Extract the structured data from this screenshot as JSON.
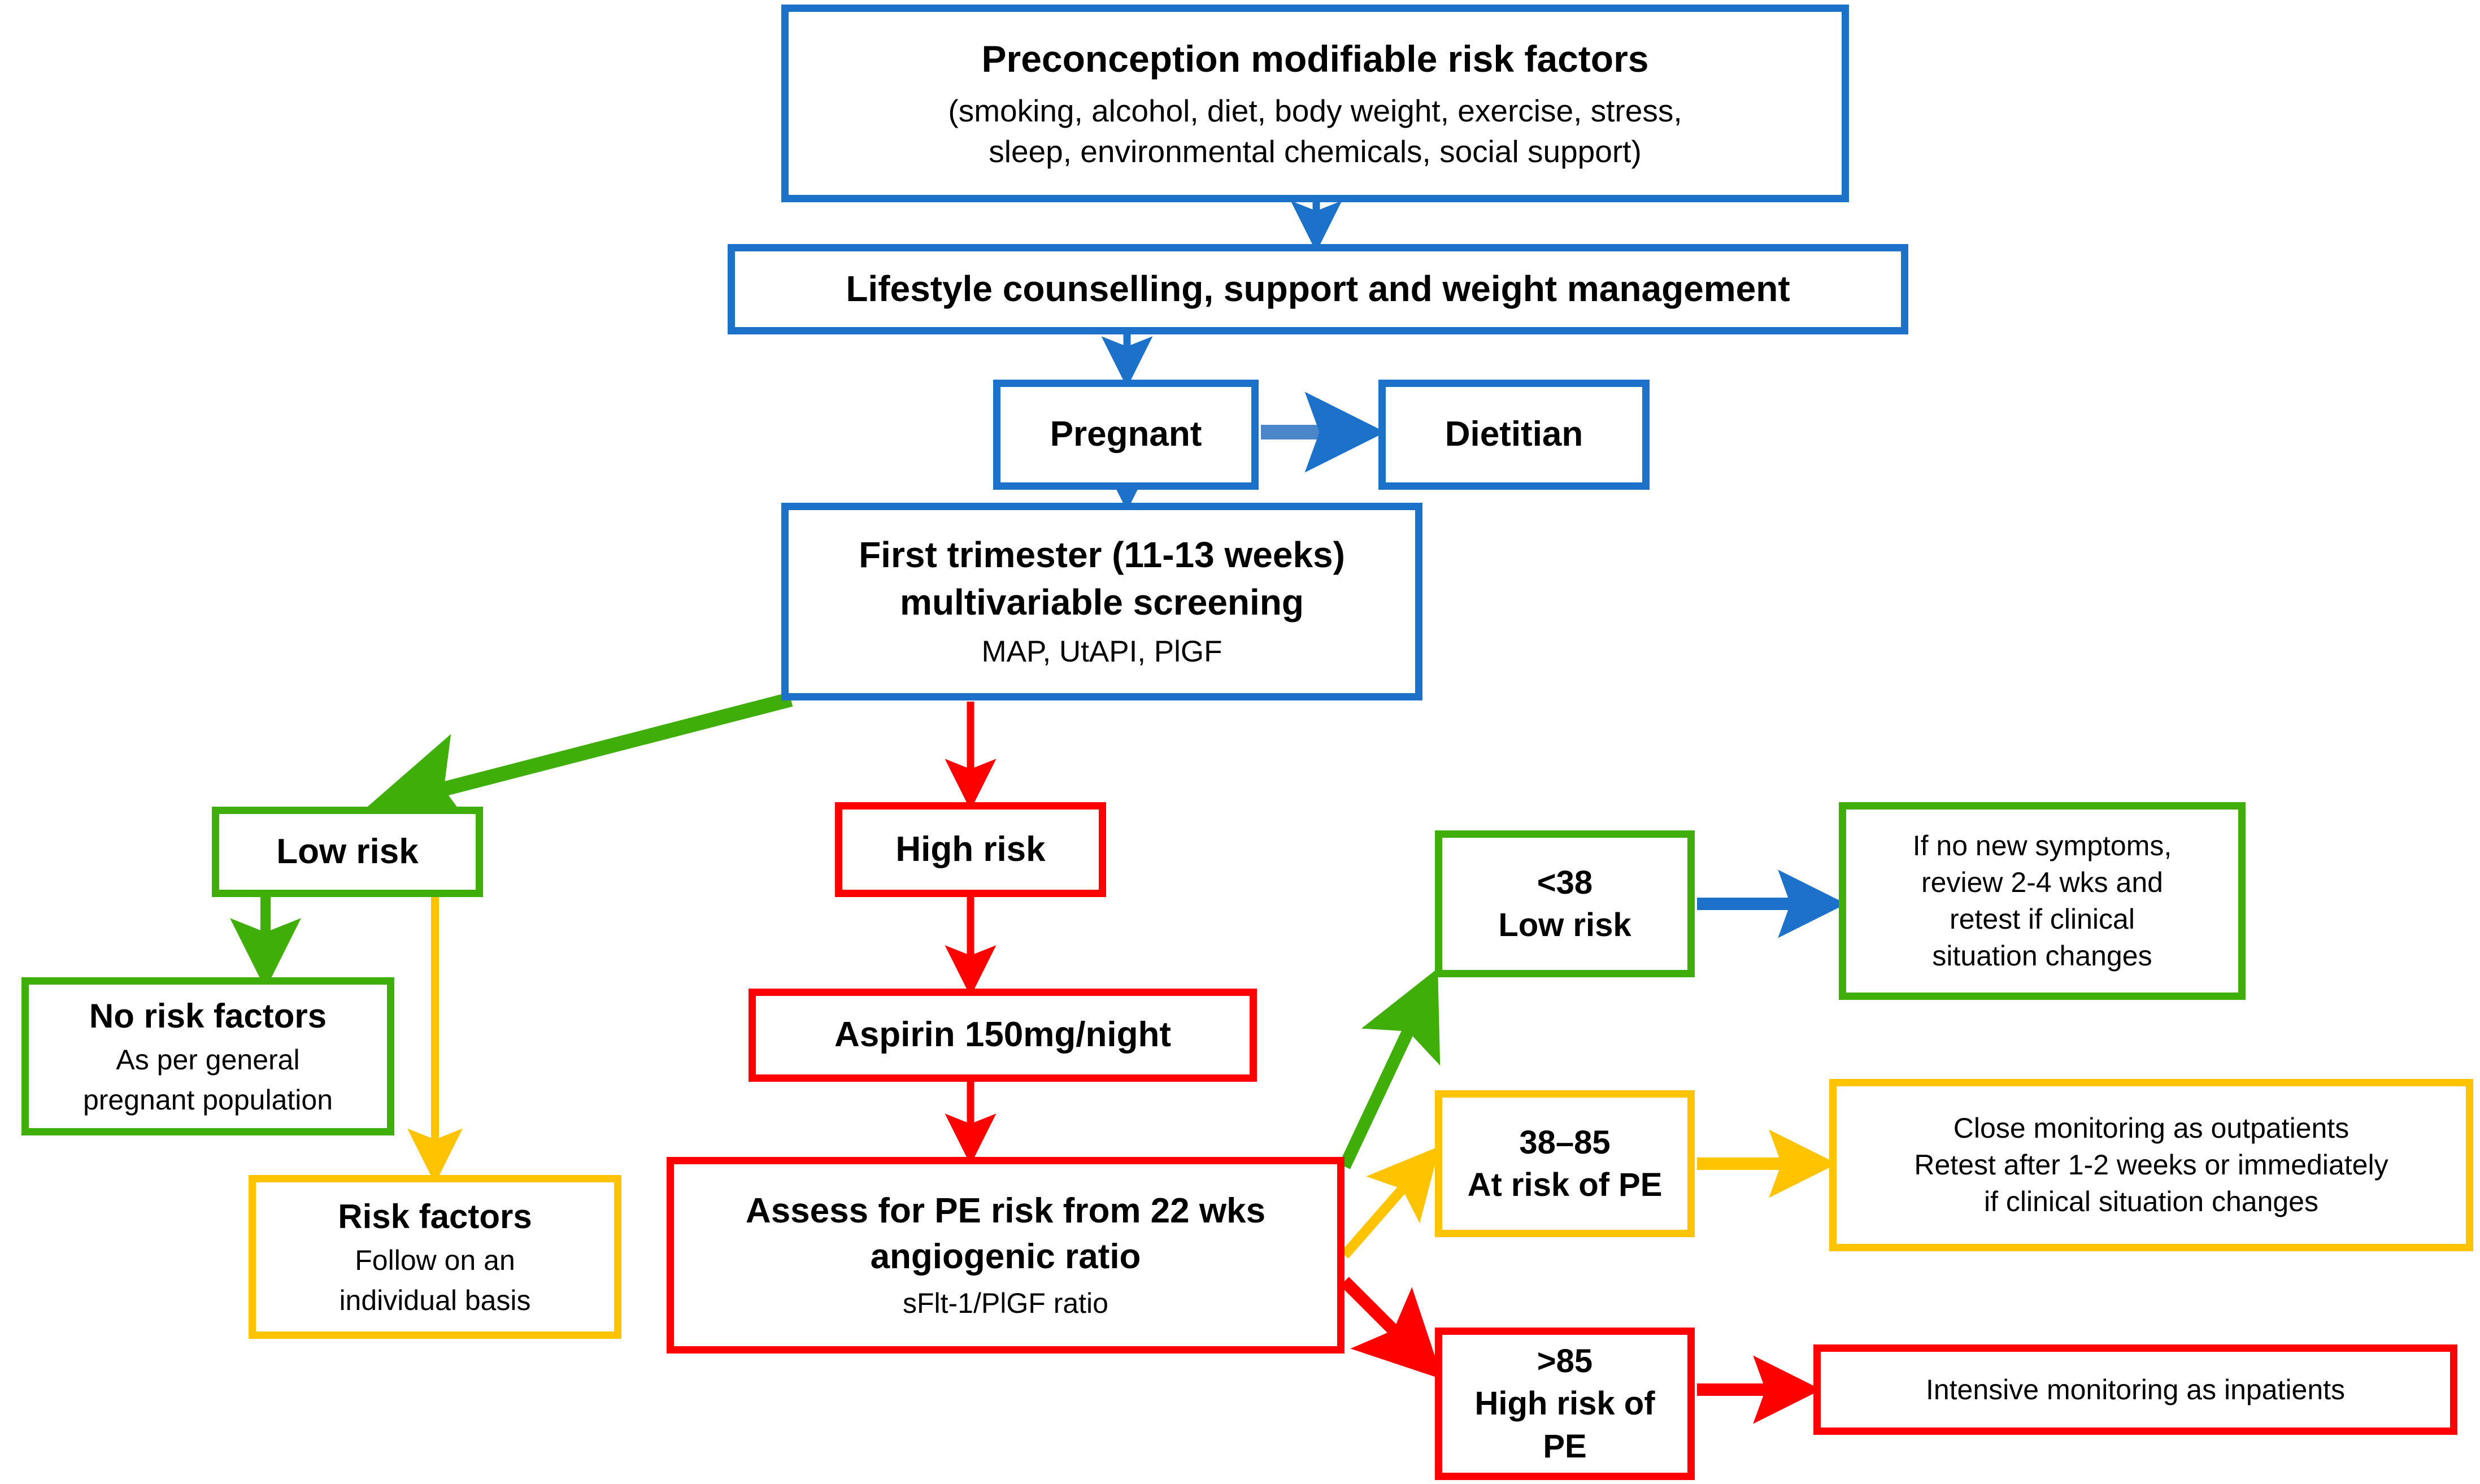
{
  "diagram": {
    "title": "Preeclampsia preconception-to-antenatal risk management pathway",
    "colors": {
      "blue": "#1B72C8",
      "green": "#3FAE08",
      "yellow": "#FFC300",
      "red": "#FF0000",
      "background": "#FFFFFF",
      "text": "#000000"
    }
  },
  "nodes": {
    "preconception": {
      "title": "Preconception modifiable risk factors",
      "subtitle_line1": "(smoking, alcohol, diet, body weight, exercise, stress,",
      "subtitle_line2": "sleep, environmental chemicals, social support)",
      "color": "blue"
    },
    "lifestyle": {
      "title": "Lifestyle counselling, support and weight management",
      "color": "blue"
    },
    "pregnant": {
      "title": "Pregnant",
      "color": "blue"
    },
    "dietitian": {
      "title": "Dietitian",
      "color": "blue"
    },
    "first_trimester": {
      "title_line1": "First trimester (11-13 weeks)",
      "title_line2": "multivariable screening",
      "subtitle": "MAP, UtAPI, PlGF",
      "color": "blue"
    },
    "low_risk": {
      "title": "Low risk",
      "color": "green"
    },
    "high_risk": {
      "title": "High risk",
      "color": "red"
    },
    "no_risk_factors": {
      "title": "No risk factors",
      "subtitle_line1": "As per general",
      "subtitle_line2": "pregnant population",
      "color": "green"
    },
    "risk_factors": {
      "title": "Risk factors",
      "subtitle_line1": "Follow on an",
      "subtitle_line2": "individual basis",
      "color": "yellow"
    },
    "aspirin": {
      "title": "Aspirin 150mg/night",
      "color": "red"
    },
    "assess_pe": {
      "title_line1": "Assess for PE risk from 22 wks",
      "title_line2": "angiogenic ratio",
      "subtitle": "sFlt-1/PlGF ratio",
      "color": "red"
    },
    "ratio_lt38": {
      "title_line1": "<38",
      "title_line2": "Low risk",
      "color": "green"
    },
    "ratio_38_85": {
      "title_line1": "38–85",
      "title_line2": "At risk of PE",
      "color": "yellow"
    },
    "ratio_gt85": {
      "title_line1": ">85",
      "title_line2": "High risk of PE",
      "color": "red"
    },
    "green_action": {
      "line1": "If no new symptoms,",
      "line2": "review 2-4 wks and",
      "line3": "retest if clinical",
      "line4": "situation changes",
      "color": "green"
    },
    "yellow_action": {
      "line1": "Close monitoring as outpatients",
      "line2": "Retest after 1-2 weeks or immediately",
      "line3": "if clinical situation changes",
      "color": "yellow"
    },
    "red_action": {
      "line1": "Intensive monitoring as inpatients",
      "color": "red"
    }
  },
  "edges": [
    {
      "name": "preconception-to-lifestyle",
      "from": "preconception",
      "to": "lifestyle",
      "color": "blue"
    },
    {
      "name": "lifestyle-to-pregnant",
      "from": "lifestyle",
      "to": "pregnant",
      "color": "blue"
    },
    {
      "name": "pregnant-to-dietitian",
      "from": "pregnant",
      "to": "dietitian",
      "color": "blue"
    },
    {
      "name": "pregnant-to-first-trimester",
      "from": "pregnant",
      "to": "first_trimester",
      "color": "blue"
    },
    {
      "name": "first-trimester-to-low-risk",
      "from": "first_trimester",
      "to": "low_risk",
      "color": "green"
    },
    {
      "name": "first-trimester-to-high-risk",
      "from": "first_trimester",
      "to": "high_risk",
      "color": "red"
    },
    {
      "name": "low-risk-to-no-risk-factors",
      "from": "low_risk",
      "to": "no_risk_factors",
      "color": "green"
    },
    {
      "name": "low-risk-to-risk-factors",
      "from": "low_risk",
      "to": "risk_factors",
      "color": "yellow"
    },
    {
      "name": "high-risk-to-aspirin",
      "from": "high_risk",
      "to": "aspirin",
      "color": "red"
    },
    {
      "name": "aspirin-to-assess-pe",
      "from": "aspirin",
      "to": "assess_pe",
      "color": "red"
    },
    {
      "name": "assess-pe-to-ratio-lt38",
      "from": "assess_pe",
      "to": "ratio_lt38",
      "color": "green"
    },
    {
      "name": "assess-pe-to-ratio-38-85",
      "from": "assess_pe",
      "to": "ratio_38_85",
      "color": "yellow"
    },
    {
      "name": "assess-pe-to-ratio-gt85",
      "from": "assess_pe",
      "to": "ratio_gt85",
      "color": "red"
    },
    {
      "name": "ratio-lt38-to-green-action",
      "from": "ratio_lt38",
      "to": "green_action",
      "color": "blue"
    },
    {
      "name": "ratio-38-85-to-yellow-action",
      "from": "ratio_38_85",
      "to": "yellow_action",
      "color": "yellow"
    },
    {
      "name": "ratio-gt85-to-red-action",
      "from": "ratio_gt85",
      "to": "red_action",
      "color": "red"
    }
  ]
}
